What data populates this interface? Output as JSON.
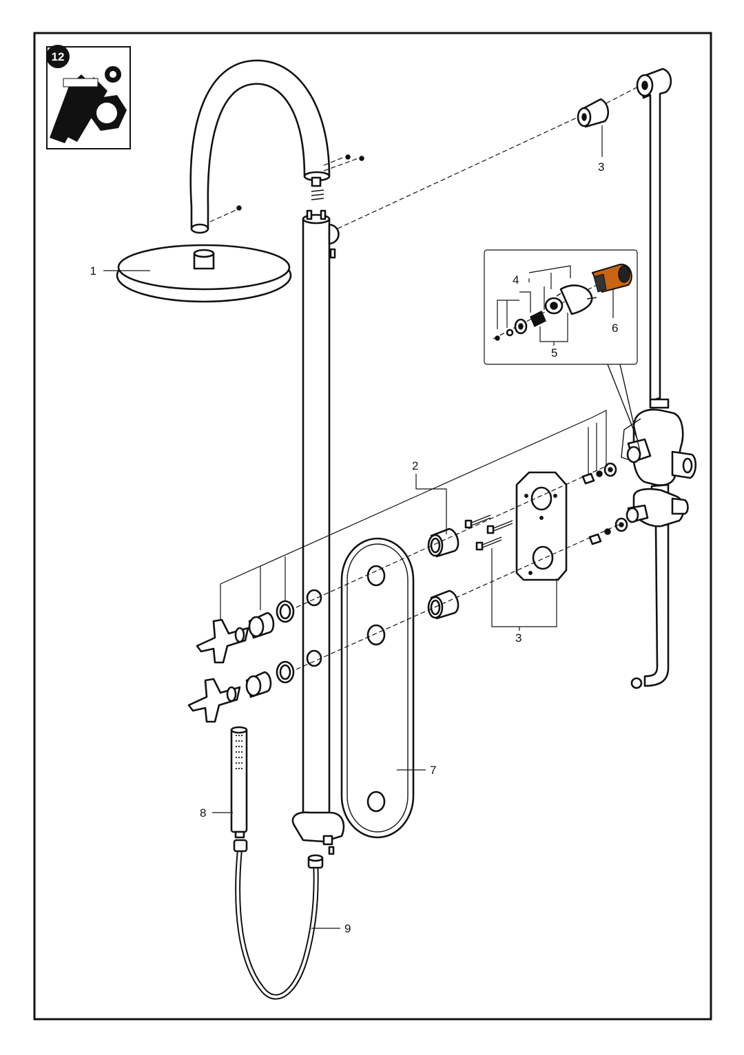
{
  "tool_badge": {
    "step": "12",
    "icon": "wrench-bolt-nut-washer-icon"
  },
  "part_labels": {
    "rain_head": "1",
    "handles_group": "2",
    "fixing_top": "3",
    "fixing_screws": "3",
    "cartridge_set_a": "4",
    "cartridge_set_b": "5",
    "thermostat_cartridge": "6",
    "cover_plate": "7",
    "hand_shower": "8",
    "hose": "9"
  },
  "colors": {
    "line": "#111111",
    "paper": "#ffffff",
    "accent_part": "#c86414"
  }
}
